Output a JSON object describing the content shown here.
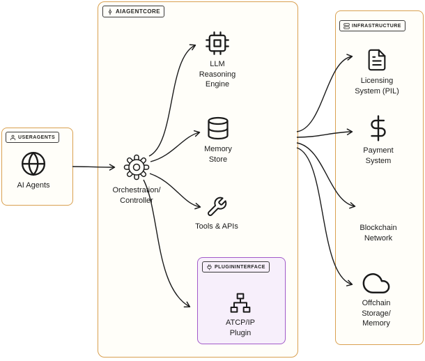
{
  "colors": {
    "group_border": "#D9A050",
    "group_bg": "#FFFEF9",
    "plugin_border": "#A25AC9",
    "plugin_bg": "#F7EFFB",
    "line": "#1A1A1A",
    "text": "#1A1A1A"
  },
  "groups": {
    "user_agents": {
      "label": "USERAGENTS",
      "icon": "user-icon"
    },
    "ai_agent_core": {
      "label": "AIAGENTCORE",
      "icon": "commit-icon"
    },
    "plugin_interface": {
      "label": "PLUGININTERFACE",
      "icon": "plug-icon"
    },
    "infrastructure": {
      "label": "INFRASTRUCTURE",
      "icon": "server-icon"
    }
  },
  "nodes": {
    "ai_agents": {
      "label": "AI Agents",
      "icon": "globe-icon"
    },
    "llm_engine": {
      "line1": "LLM",
      "line2": "Reasoning",
      "line3": "Engine",
      "icon": "cpu-icon"
    },
    "memory_store": {
      "line1": "Memory",
      "line2": "Store",
      "icon": "database-icon"
    },
    "orchestration": {
      "line1": "Orchestration/",
      "line2": "Controller",
      "icon": "gear-icon"
    },
    "tools_apis": {
      "label": "Tools & APIs",
      "icon": "wrench-icon"
    },
    "atcp_plugin": {
      "line1": "ATCP/IP",
      "line2": "Plugin",
      "icon": "sitemap-icon"
    },
    "licensing": {
      "line1": "Licensing",
      "line2": "System (PIL)",
      "icon": "document-icon"
    },
    "payment": {
      "line1": "Payment",
      "line2": "System",
      "icon": "dollar-icon"
    },
    "blockchain": {
      "line1": "Blockchain",
      "line2": "Network"
    },
    "offchain": {
      "line1": "Offchain",
      "line2": "Storage/",
      "line3": "Memory",
      "icon": "cloud-icon"
    }
  },
  "edges": [
    {
      "from": "AI Agents",
      "to": "Orchestration/Controller"
    },
    {
      "from": "Orchestration/Controller",
      "to": "LLM Reasoning Engine"
    },
    {
      "from": "Orchestration/Controller",
      "to": "Memory Store"
    },
    {
      "from": "Orchestration/Controller",
      "to": "Tools & APIs"
    },
    {
      "from": "Orchestration/Controller",
      "to": "ATCP/IP Plugin"
    },
    {
      "from": "AIAGENTCORE",
      "to": "Licensing System (PIL)"
    },
    {
      "from": "AIAGENTCORE",
      "to": "Payment System"
    },
    {
      "from": "AIAGENTCORE",
      "to": "Blockchain Network"
    },
    {
      "from": "AIAGENTCORE",
      "to": "Offchain Storage/Memory"
    }
  ]
}
